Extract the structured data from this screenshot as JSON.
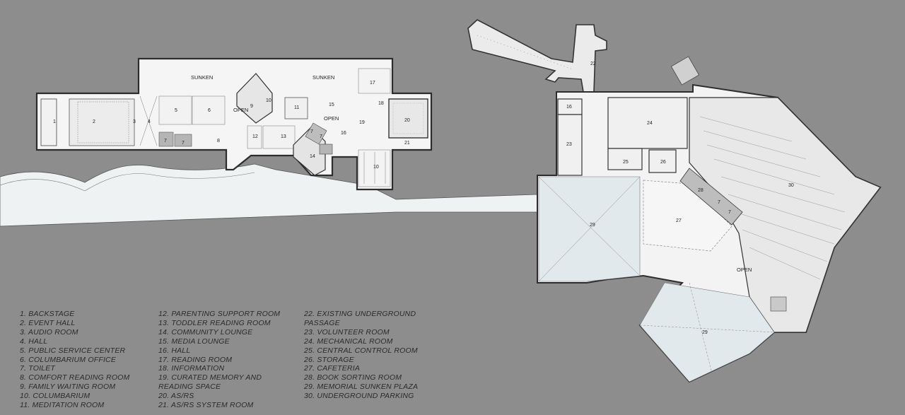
{
  "plan_labels": {
    "sunken_left": "SUNKEN",
    "sunken_right": "SUNKEN",
    "open_1": "OPEN",
    "open_2": "OPEN",
    "open_3": "OPEN",
    "r1": "1",
    "r2": "2",
    "r3": "3",
    "r4": "4",
    "r5": "5",
    "r6": "6",
    "r7a": "7",
    "r7b": "7",
    "r7c": "7",
    "r7d": "7",
    "r7e": "7",
    "r7f": "7",
    "r8": "8",
    "r9": "9",
    "r10a": "10",
    "r10b": "10",
    "r11": "11",
    "r12": "12",
    "r13": "13",
    "r14": "14",
    "r15": "15",
    "r16a": "16",
    "r16b": "16",
    "r17": "17",
    "r18": "18",
    "r19": "19",
    "r20": "20",
    "r21": "21",
    "r22": "22",
    "r23": "23",
    "r24": "24",
    "r25": "25",
    "r26": "26",
    "r27": "27",
    "r28": "28",
    "r29a": "29",
    "r29b": "29",
    "r30": "30"
  },
  "legend": {
    "col1": [
      "1.   BACKSTAGE",
      "2.   EVENT HALL",
      "3.   AUDIO ROOM",
      "4.   HALL",
      "5.   PUBLIC SERVICE CENTER",
      "6.   COLUMBARIUM OFFICE",
      "7.   TOILET",
      "8.   COMFORT READING ROOM",
      "9.   FAMILY WAITING ROOM",
      "10.  COLUMBARIUM",
      "11.  MEDITATION ROOM"
    ],
    "col2": [
      "12.  PARENTING SUPPORT ROOM",
      "13.  TODDLER READING ROOM",
      "14.  COMMUNITY LOUNGE",
      "15.  MEDIA LOUNGE",
      "16.  HALL",
      "17.  READING ROOM",
      "18.  INFORMATION",
      "19.  CURATED MEMORY AND",
      "       READING SPACE",
      "20.  AS/RS",
      "21.  AS/RS SYSTEM ROOM"
    ],
    "col3": [
      "22.  EXISTING UNDERGROUND",
      "       PASSAGE",
      "23.  VOLUNTEER ROOM",
      "24.  MECHANICAL ROOM",
      "25.  CENTRAL CONTROL ROOM",
      "26.  STORAGE",
      "27.  CAFETERIA",
      "28.  BOOK SORTING ROOM",
      "29.  MEMORIAL SUNKEN PLAZA",
      "30.  UNDERGROUND PARKING"
    ]
  },
  "colors": {
    "background": "#8d8d8d",
    "floor": "#f4f4f4",
    "wall": "#3a3a3a",
    "plaza": "#dfe6ea",
    "water": "#e6edf0"
  }
}
